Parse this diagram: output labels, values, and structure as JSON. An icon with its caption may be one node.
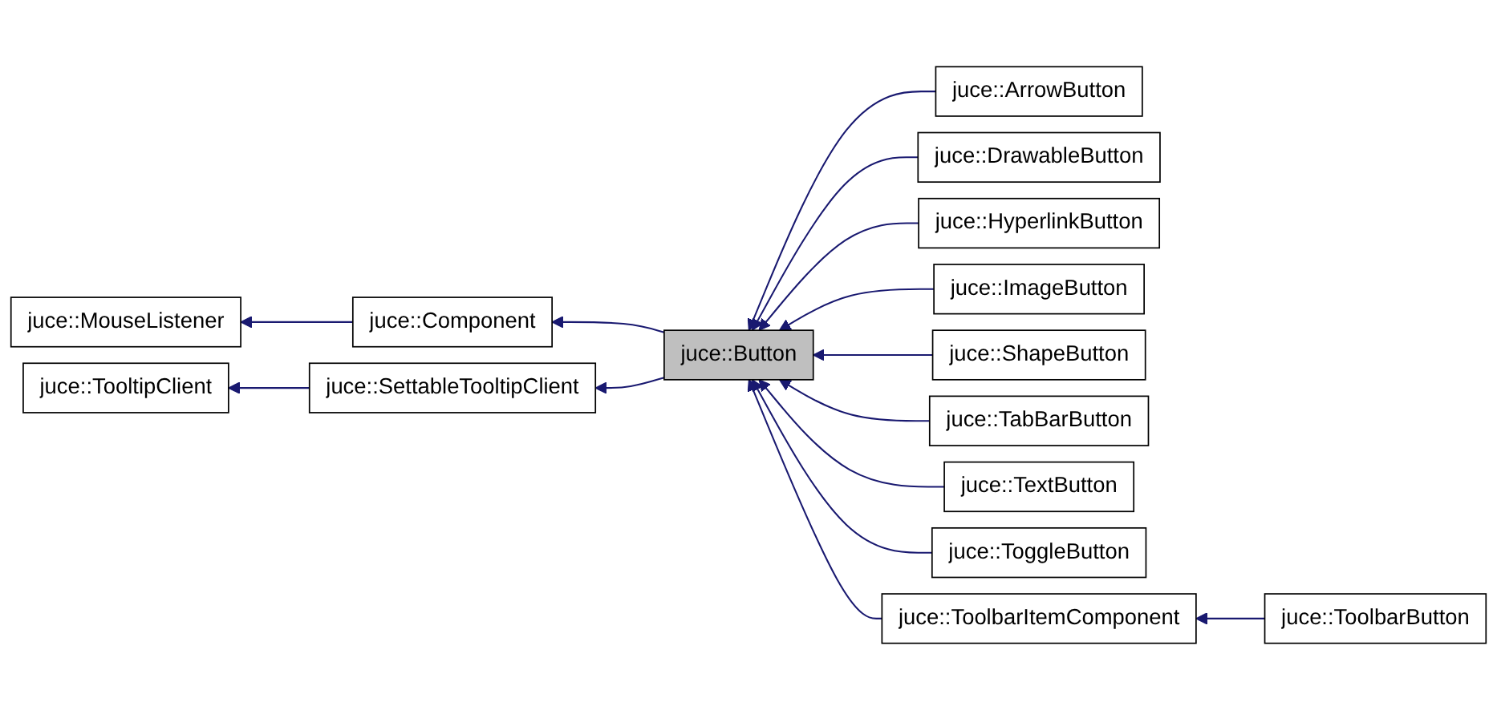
{
  "diagram": {
    "nodes": [
      {
        "text": [
          "juce::MouseListener"
        ]
      },
      {
        "text": [
          "juce::TooltipClient"
        ]
      },
      {
        "text": [
          "juce::Component"
        ]
      },
      {
        "text": [
          "juce::SettableTooltipClient"
        ]
      },
      {
        "text": [
          "juce::Button"
        ]
      },
      {
        "text": [
          "juce::ArrowButton"
        ]
      },
      {
        "text": [
          "juce::DrawableButton"
        ]
      },
      {
        "text": [
          "juce::HyperlinkButton"
        ]
      },
      {
        "text": [
          "juce::ImageButton"
        ]
      },
      {
        "text": [
          "juce::ShapeButton"
        ]
      },
      {
        "text": [
          "juce::TabBarButton"
        ]
      },
      {
        "text": [
          "juce::TextButton"
        ]
      },
      {
        "text": [
          "juce::ToggleButton"
        ]
      },
      {
        "text": [
          "juce::ToolbarItemComponent"
        ]
      },
      {
        "text": [
          "juce::ToolbarButton"
        ]
      }
    ],
    "edges": [
      {
        "from": 2,
        "to": 0,
        "arrow": "to"
      },
      {
        "from": 3,
        "to": 1,
        "arrow": "to"
      },
      {
        "from": 4,
        "to": 2,
        "arrow": "to"
      },
      {
        "from": 4,
        "to": 3,
        "arrow": "to"
      },
      {
        "from": 5,
        "to": 4,
        "arrow": "to"
      },
      {
        "from": 6,
        "to": 4,
        "arrow": "to"
      },
      {
        "from": 7,
        "to": 4,
        "arrow": "to"
      },
      {
        "from": 8,
        "to": 4,
        "arrow": "to"
      },
      {
        "from": 9,
        "to": 4,
        "arrow": "to"
      },
      {
        "from": 10,
        "to": 4,
        "arrow": "to"
      },
      {
        "from": 11,
        "to": 4,
        "arrow": "to"
      },
      {
        "from": 12,
        "to": 4,
        "arrow": "to"
      },
      {
        "from": 13,
        "to": 4,
        "arrow": "to"
      },
      {
        "from": 14,
        "to": 13,
        "arrow": "to"
      }
    ]
  }
}
